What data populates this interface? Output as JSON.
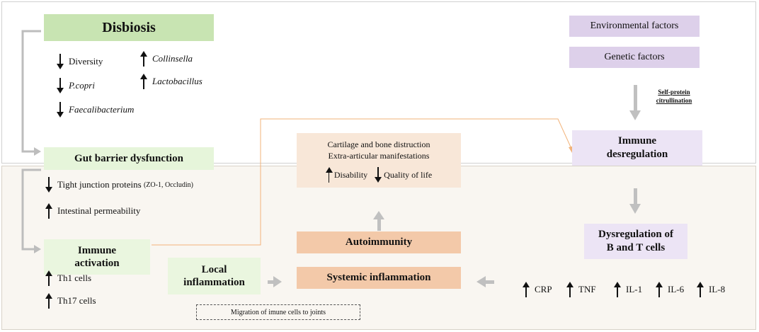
{
  "dysbiosis": {
    "title": "Disbiosis",
    "items": [
      {
        "dir": "down",
        "label": "Diversity",
        "italic": false
      },
      {
        "dir": "down",
        "label": "P.copri",
        "italic": true
      },
      {
        "dir": "down",
        "label": "Faecalibacterium",
        "italic": true
      },
      {
        "dir": "up",
        "label": "Collinsella",
        "italic": true
      },
      {
        "dir": "up",
        "label": "Lactobacillus",
        "italic": true
      }
    ]
  },
  "gut_barrier": {
    "title": "Gut barrier dysfunction",
    "tight_junction": "Tight junction proteins",
    "tight_junction_detail": "(ZO-1, Occludin)",
    "permeability": "Intestinal permeability"
  },
  "immune_activation": {
    "title_line1": "Immune",
    "title_line2": "activation",
    "items": [
      "Th1 cells",
      "Th17 cells"
    ]
  },
  "local_inflammation": {
    "line1": "Local",
    "line2": "inflammation"
  },
  "migration": "Migration of imune cells to joints",
  "systemic_inflammation": "Systemic  inflammation",
  "autoimmunity": "Autoimmunity",
  "cartilage": {
    "line1": "Cartilage and bone distruction",
    "line2": "Extra-articular manifestations",
    "disability": "Disability",
    "quality": "Quality of life"
  },
  "environmental": "Environmental factors",
  "genetic": "Genetic factors",
  "citrullination": {
    "line1": "Self-protein",
    "line2": "citrullination"
  },
  "immune_dysregulation": {
    "line1": "Immune",
    "line2": "desregulation"
  },
  "bt_cells": {
    "line1": "Dysregulation of",
    "line2": "B and T cells"
  },
  "cytokines": [
    "CRP",
    "TNF",
    "IL-1",
    "IL-6",
    "IL-8"
  ],
  "colors": {
    "green": "#c8e4b2",
    "purple": "#ddd0ea",
    "peach": "#f3c9a9",
    "grey_arrow": "#c0c0c0",
    "orange_line": "#f2b37a"
  }
}
